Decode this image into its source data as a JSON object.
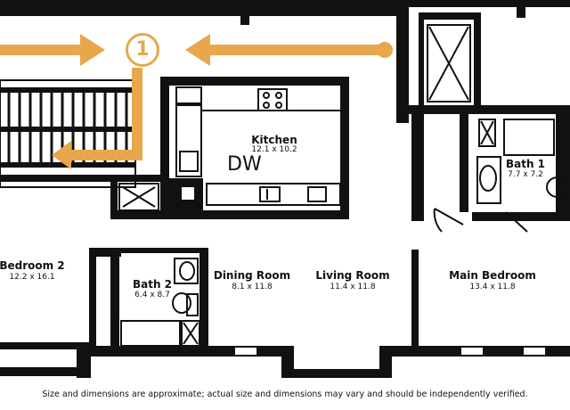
{
  "marker": {
    "label": "1"
  },
  "appliance": {
    "label": "DW"
  },
  "rooms": [
    {
      "id": "kitchen",
      "name": "Kitchen",
      "dims": "12.1 x 10.2"
    },
    {
      "id": "bath-1",
      "name": "Bath 1",
      "dims": "7.7 x 7.2"
    },
    {
      "id": "bedroom-2",
      "name": "Bedroom 2",
      "dims": "12.2 x 16.1"
    },
    {
      "id": "bath-2",
      "name": "Bath 2",
      "dims": "6.4 x 8.7"
    },
    {
      "id": "dining-room",
      "name": "Dining Room",
      "dims": "8.1 x 11.8"
    },
    {
      "id": "living-room",
      "name": "Living Room",
      "dims": "11.4 x 11.8"
    },
    {
      "id": "main-bedroom",
      "name": "Main Bedroom",
      "dims": "13.4 x 11.8"
    }
  ],
  "disclaimer": "Size and dimensions are approximate; actual size and dimensions may vary and should be independently verified.",
  "colors": {
    "wall": "#111111",
    "route": "#e8a74a",
    "background": "#ffffff"
  }
}
